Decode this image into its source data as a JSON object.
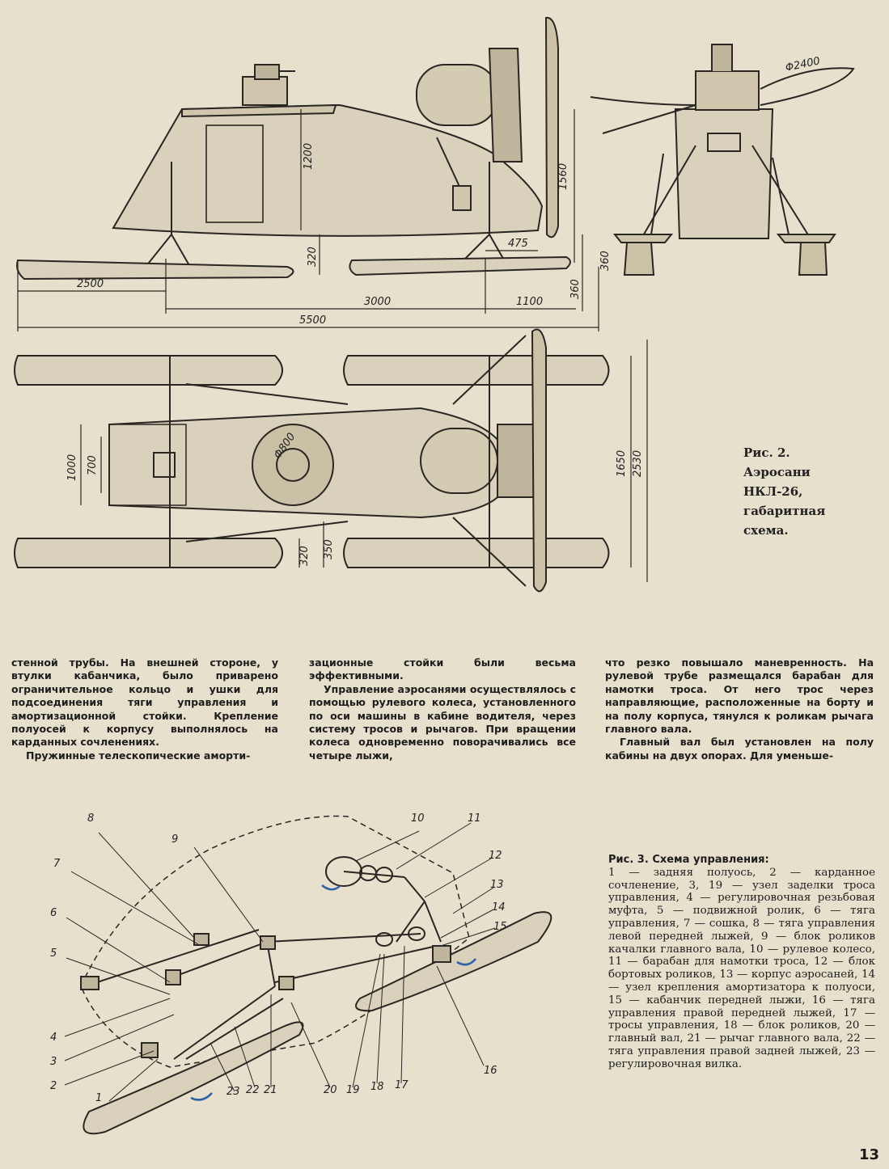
{
  "fig2": {
    "dims": {
      "d1200": "1200",
      "d1560": "1560",
      "d475": "475",
      "d320a": "320",
      "d360a": "360",
      "d360b": "360",
      "d2500": "2500",
      "d3000": "3000",
      "d1100": "1100",
      "d5500": "5500",
      "d2400": "Φ2400",
      "d800": "Φ800",
      "d1000": "1000",
      "d700": "700",
      "d1650": "1650",
      "d2530": "2530",
      "d320b": "320",
      "d350": "350"
    },
    "caption": [
      "Рис. 2.",
      "Аэросани",
      "НКЛ-26,",
      "габаритная",
      "схема."
    ]
  },
  "text": {
    "col1": [
      "стенной трубы. На внешней стороне, у втулки кабанчика, было приварено ограничительное кольцо и ушки для подсоединения тяги управления и амортизационной стойки. Крепление полуосей к корпусу выполнялось на карданных сочленениях.",
      "Пружинные телескопические аморти-"
    ],
    "col2": [
      "зационные стойки были весьма эффективными.",
      "Управление аэросанями осуществлялось с помощью рулевого колеса, установленного по оси машины в кабине водителя, через систему тросов и рычагов. При вращении колеса одновременно поворачивались все четыре лыжи,"
    ],
    "col3": [
      "что резко повышало маневренность. На рулевой трубе размещался барабан для намотки троса. От него трос через направляющие, расположенные на борту и на полу корпуса, тянулся к роликам рычага главного вала.",
      "Главный вал был установлен на полу кабины на двух опорах. Для уменьше-"
    ]
  },
  "fig3": {
    "labels": [
      "1",
      "2",
      "3",
      "4",
      "5",
      "6",
      "7",
      "8",
      "9",
      "10",
      "11",
      "12",
      "13",
      "14",
      "15",
      "16",
      "17",
      "18",
      "19",
      "20",
      "21",
      "22",
      "23"
    ],
    "title": "Рис. 3. Схема управления:",
    "body": "1 — задняя полуось, 2 — карданное сочленение, 3, 19 — узел заделки троса управления, 4 — регулировочная резьбовая муфта, 5 — подвижной ролик, 6 — тяга управления, 7 — сошка, 8 — тяга управления левой передней лыжей, 9 — блок роликов качалки главного вала, 10 — рулевое колесо, 11 — барабан для намотки троса, 12 — блок бортовых роликов, 13 — корпус аэросаней, 14 — узел крепления амортизатора к полуоси, 15 — кабанчик передней лыжи, 16 — тяга управления правой передней лыжей, 17 — тросы управления, 18 — блок роликов, 20 — главный вал, 21 — рычаг главного вала, 22 — тяга управления правой задней лыжей, 23 — регулировочная вилка."
  },
  "page_number": "13"
}
